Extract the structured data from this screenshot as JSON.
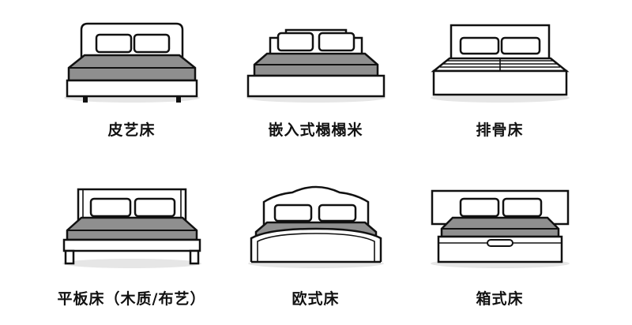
{
  "colors": {
    "outline": "#111111",
    "mattress": "#8f8f8f",
    "bedding_dark": "#6e6e6e",
    "floor": "#e6e6e6",
    "white": "#ffffff"
  },
  "beds": [
    {
      "label": "皮艺床",
      "icon": "upholstered-bed-icon"
    },
    {
      "label": "嵌入式榻榻米",
      "icon": "tatami-bed-icon"
    },
    {
      "label": "排骨床",
      "icon": "slatted-bed-icon"
    },
    {
      "label": "平板床（木质/布艺）",
      "icon": "platform-bed-icon"
    },
    {
      "label": "欧式床",
      "icon": "european-bed-icon"
    },
    {
      "label": "箱式床",
      "icon": "storage-box-bed-icon"
    }
  ]
}
